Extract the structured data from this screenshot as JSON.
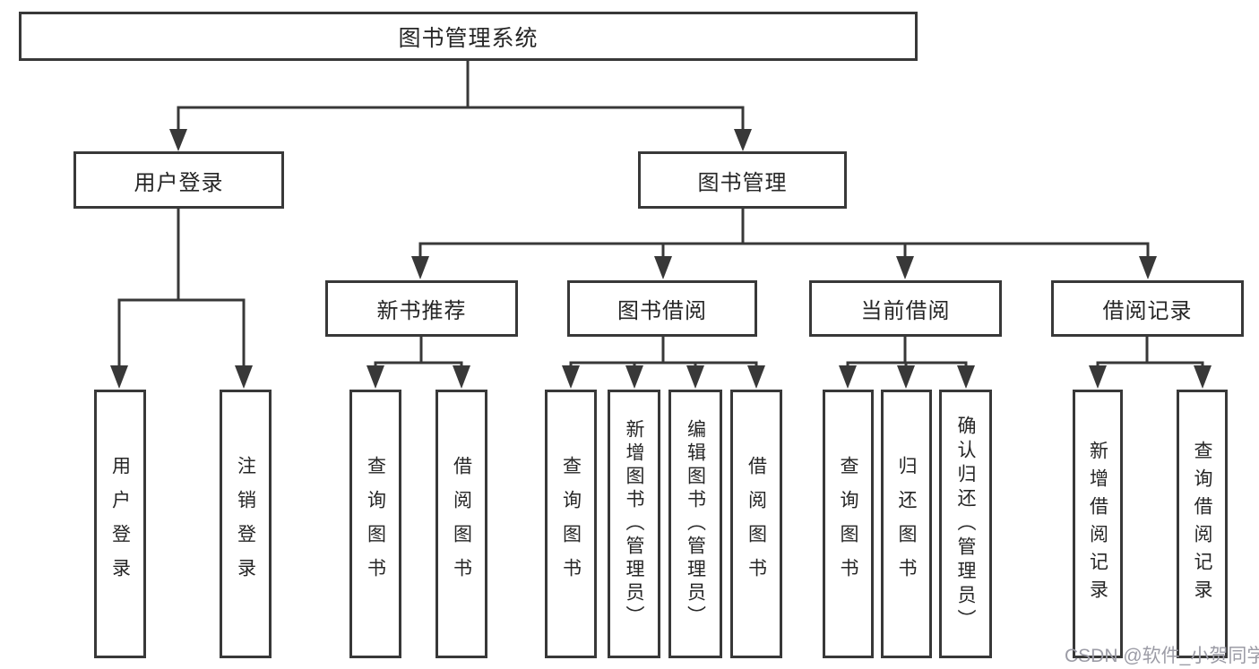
{
  "diagram": {
    "type": "tree",
    "root": "图书管理系统",
    "level2": {
      "user_login": "用户登录",
      "book_management": "图书管理"
    },
    "level3": {
      "new_book_rec": "新书推荐",
      "book_borrowing": "图书借阅",
      "current_borrowing": "当前借阅",
      "borrowing_records": "借阅记录"
    },
    "leaves": {
      "user_login_leaf": "用户登录",
      "logout_leaf": "注销登录",
      "rec_query_books": "查询图书",
      "rec_borrow_books": "借阅图书",
      "bb_query_books": "查询图书",
      "bb_add_books": "新增图书（管理员）",
      "bb_edit_books": "编辑图书（管理员）",
      "bb_borrow_books": "借阅图书",
      "cb_query_books": "查询图书",
      "cb_return_books": "归还图书",
      "cb_confirm_return": "确认归还（管理员）",
      "br_add_record": "新增借阅记录",
      "br_query_record": "查询借阅记录"
    }
  },
  "watermark": "CSDN @软件_小贺同学",
  "colors": {
    "line": "#383838",
    "text": "#262626",
    "background": "#ffffff",
    "watermark": "#9c9ca6"
  }
}
